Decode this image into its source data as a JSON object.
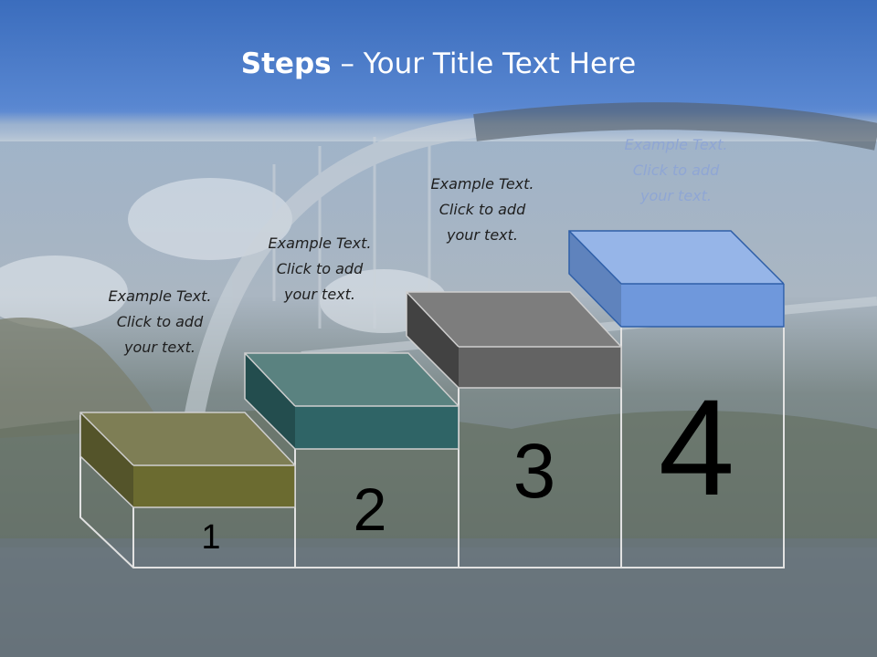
{
  "title": {
    "bold": "Steps",
    "rest": " – Your Title Text Here"
  },
  "steps": [
    {
      "number": "1",
      "caption": "Example Text.\nClick  to add\nyour text.",
      "color": "#6b6b30"
    },
    {
      "number": "2",
      "caption": "Example Text.\nClick  to add\nyour text.",
      "color": "#2f6466"
    },
    {
      "number": "3",
      "caption": "Example Text.\nClick  to add\nyour text.",
      "color": "#636363"
    },
    {
      "number": "4",
      "caption": "Example Text.\nClick  to add\nyour text.",
      "color": "#6f98dc"
    }
  ],
  "colors": {
    "header": "#3f74c4",
    "outline": "#dcdcdc"
  }
}
